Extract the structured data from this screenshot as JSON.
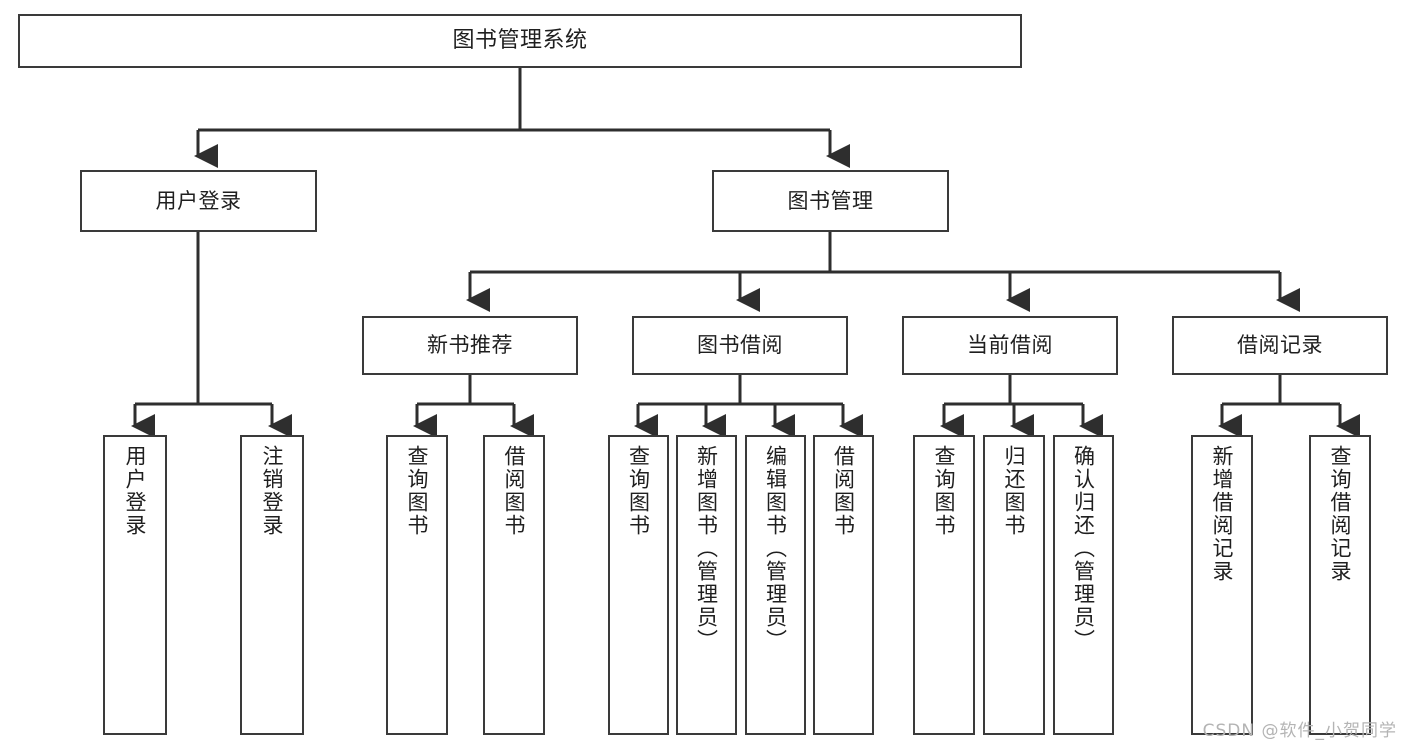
{
  "diagram": {
    "title": "图书管理系统",
    "type": "functional-structure-tree",
    "watermark": "CSDN @软件_小贺同学",
    "colors": {
      "background": "#ffffff",
      "box_border": "#3a3a3a",
      "connector": "#2e2e2e",
      "text": "#1f1f1f",
      "watermark": "#b4b4b4"
    }
  },
  "nodes": {
    "root": {
      "label": "图书管理系统"
    },
    "level2": [
      {
        "label": "用户登录"
      },
      {
        "label": "图书管理"
      }
    ],
    "level3": [
      {
        "label": "新书推荐"
      },
      {
        "label": "图书借阅"
      },
      {
        "label": "当前借阅"
      },
      {
        "label": "借阅记录"
      }
    ],
    "leaves_user_login": [
      {
        "label": "用户登录"
      },
      {
        "label": "注销登录"
      }
    ],
    "leaves_new_books": [
      {
        "label": "查询图书"
      },
      {
        "label": "借阅图书"
      }
    ],
    "leaves_borrow": [
      {
        "label": "查询图书"
      },
      {
        "label": "新增图书（管理员）"
      },
      {
        "label": "编辑图书（管理员）"
      },
      {
        "label": "借阅图书"
      }
    ],
    "leaves_current": [
      {
        "label": "查询图书"
      },
      {
        "label": "归还图书"
      },
      {
        "label": "确认归还（管理员）"
      }
    ],
    "leaves_records": [
      {
        "label": "新增借阅记录"
      },
      {
        "label": "查询借阅记录"
      }
    ]
  }
}
